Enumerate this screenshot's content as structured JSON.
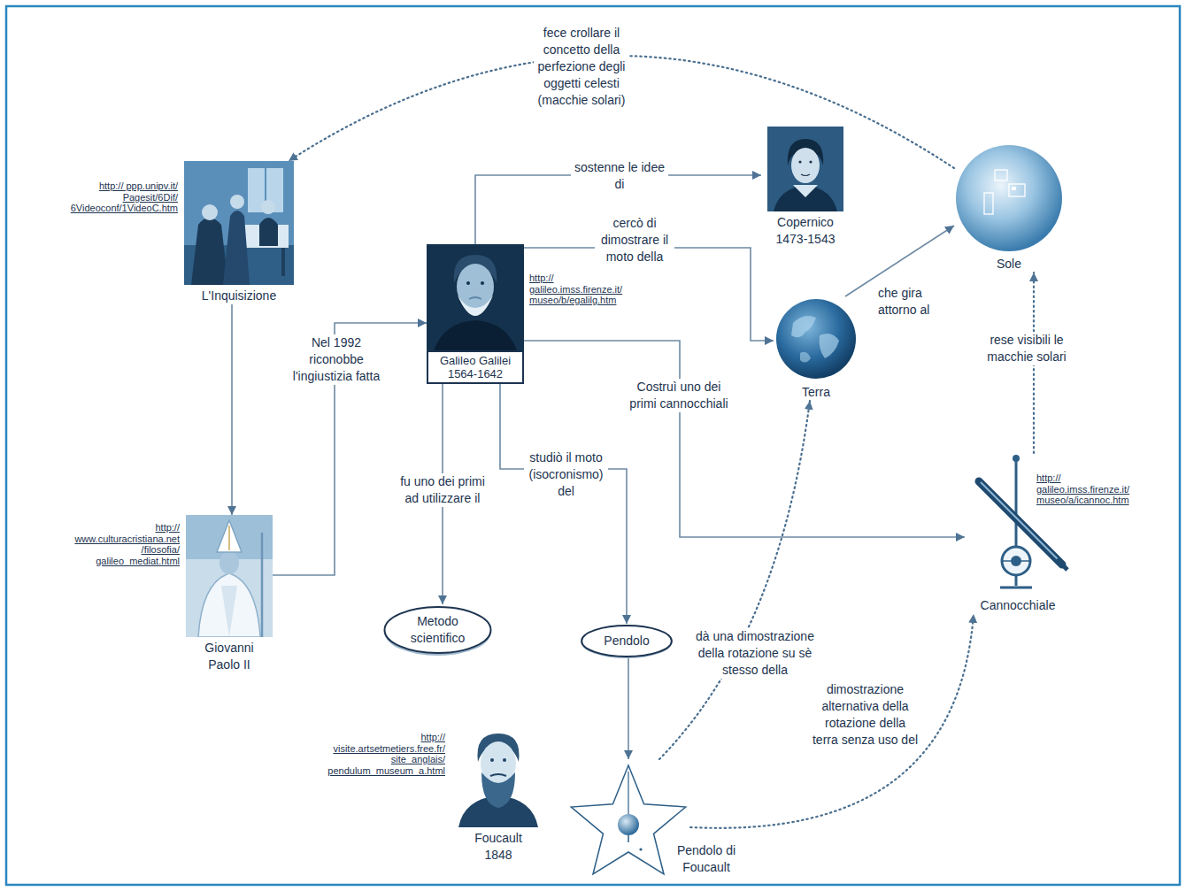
{
  "diagram": {
    "nodes": [
      {
        "text": [
          "http:// ppp.unipv.it/ Pagesit/6Dif/ 6Videoconf/1VideoC.htm",
          "L'Inquisizione"
        ]
      },
      {
        "text": [
          "Copernico 1473-1543"
        ]
      },
      {
        "text": [
          "Sole"
        ]
      },
      {
        "text": [
          "Galileo Galilei 1564-1642",
          "http:// galileo.imss.firenze.it/ museo/b/egalilg.htm"
        ]
      },
      {
        "text": [
          "Terra"
        ]
      },
      {
        "text": [
          "http:// www.culturacristiana.net /filosofia/ galileo_mediat.html",
          "Giovanni Paolo II"
        ]
      },
      {
        "text": [
          "http:// galileo.imss.firenze.it/ museo/a/icannoc.htm",
          "Cannocchiale"
        ]
      },
      {
        "text": [
          "Metodo scientifico"
        ]
      },
      {
        "text": [
          "Pendolo"
        ]
      },
      {
        "text": [
          "http:// visite.artsetmetiers.free.fr/ site_anglais/ pendulum_museum_a.html",
          "Foucault 1848"
        ]
      },
      {
        "text": [
          "Pendolo di Foucault"
        ]
      }
    ],
    "edges": [
      {
        "from": 2,
        "to": 0,
        "label": "fece crollare il concetto della perfezione degli oggetti celesti (macchie solari)",
        "arrow": "to"
      },
      {
        "from": 3,
        "to": 1,
        "label": "sostenne le idee di",
        "arrow": "to"
      },
      {
        "from": 3,
        "to": 4,
        "label": "cercò di dimostrare il moto della",
        "arrow": "to"
      },
      {
        "from": 4,
        "to": 2,
        "label": "che gira attorno al",
        "arrow": "to"
      },
      {
        "from": 6,
        "to": 2,
        "label": "rese visibili le macchie solari",
        "arrow": "to"
      },
      {
        "from": 3,
        "to": 6,
        "label": "Costruì uno dei primi cannocchiali",
        "arrow": "to"
      },
      {
        "from": 0,
        "to": 5,
        "arrow": "to"
      },
      {
        "from": 5,
        "to": 3,
        "label": "Nel 1992 riconobbe l'ingiustizia fatta",
        "arrow": "to"
      },
      {
        "from": 3,
        "to": 7,
        "label": "fu uno dei primi ad utilizzare il",
        "arrow": "to"
      },
      {
        "from": 3,
        "to": 8,
        "label": "studiò il moto (isocronismo) del",
        "arrow": "to"
      },
      {
        "from": 8,
        "to": 10,
        "arrow": "to"
      },
      {
        "from": 10,
        "to": 4,
        "label": "dà una dimostrazione della rotazione su sè stesso della",
        "arrow": "to"
      },
      {
        "from": 10,
        "to": 6,
        "label": "dimostrazione alternativa della rotazione della terra senza uso del",
        "arrow": "to"
      }
    ]
  }
}
